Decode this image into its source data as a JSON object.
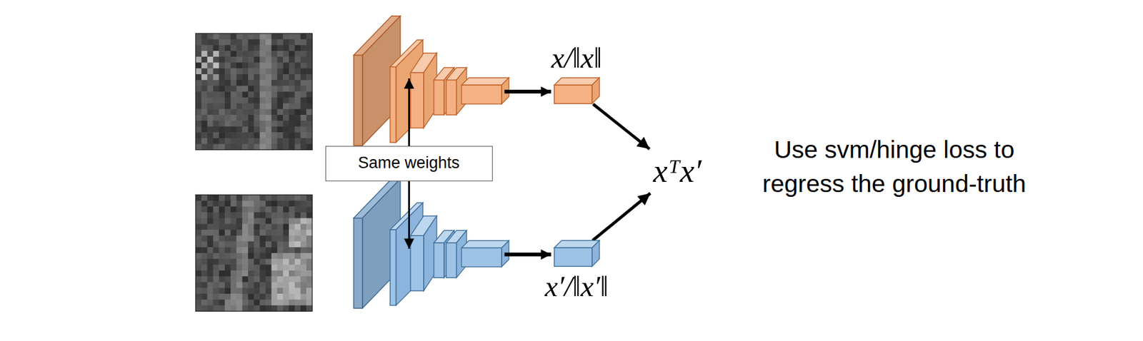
{
  "diagram": {
    "nodes": [
      {
        "text": [
          "x/‖x‖"
        ]
      },
      {
        "text": [
          "Same weights"
        ]
      },
      {
        "text": [
          "x′/‖x′‖"
        ]
      },
      {
        "text": [
          "xᵀx′"
        ]
      }
    ],
    "edges": [
      {
        "from": 0,
        "to": 3,
        "arrow": "to"
      },
      {
        "from": 2,
        "to": 3,
        "arrow": "to"
      }
    ],
    "labels": [
      "Use svm/hinge loss to regress the ground-truth"
    ]
  }
}
